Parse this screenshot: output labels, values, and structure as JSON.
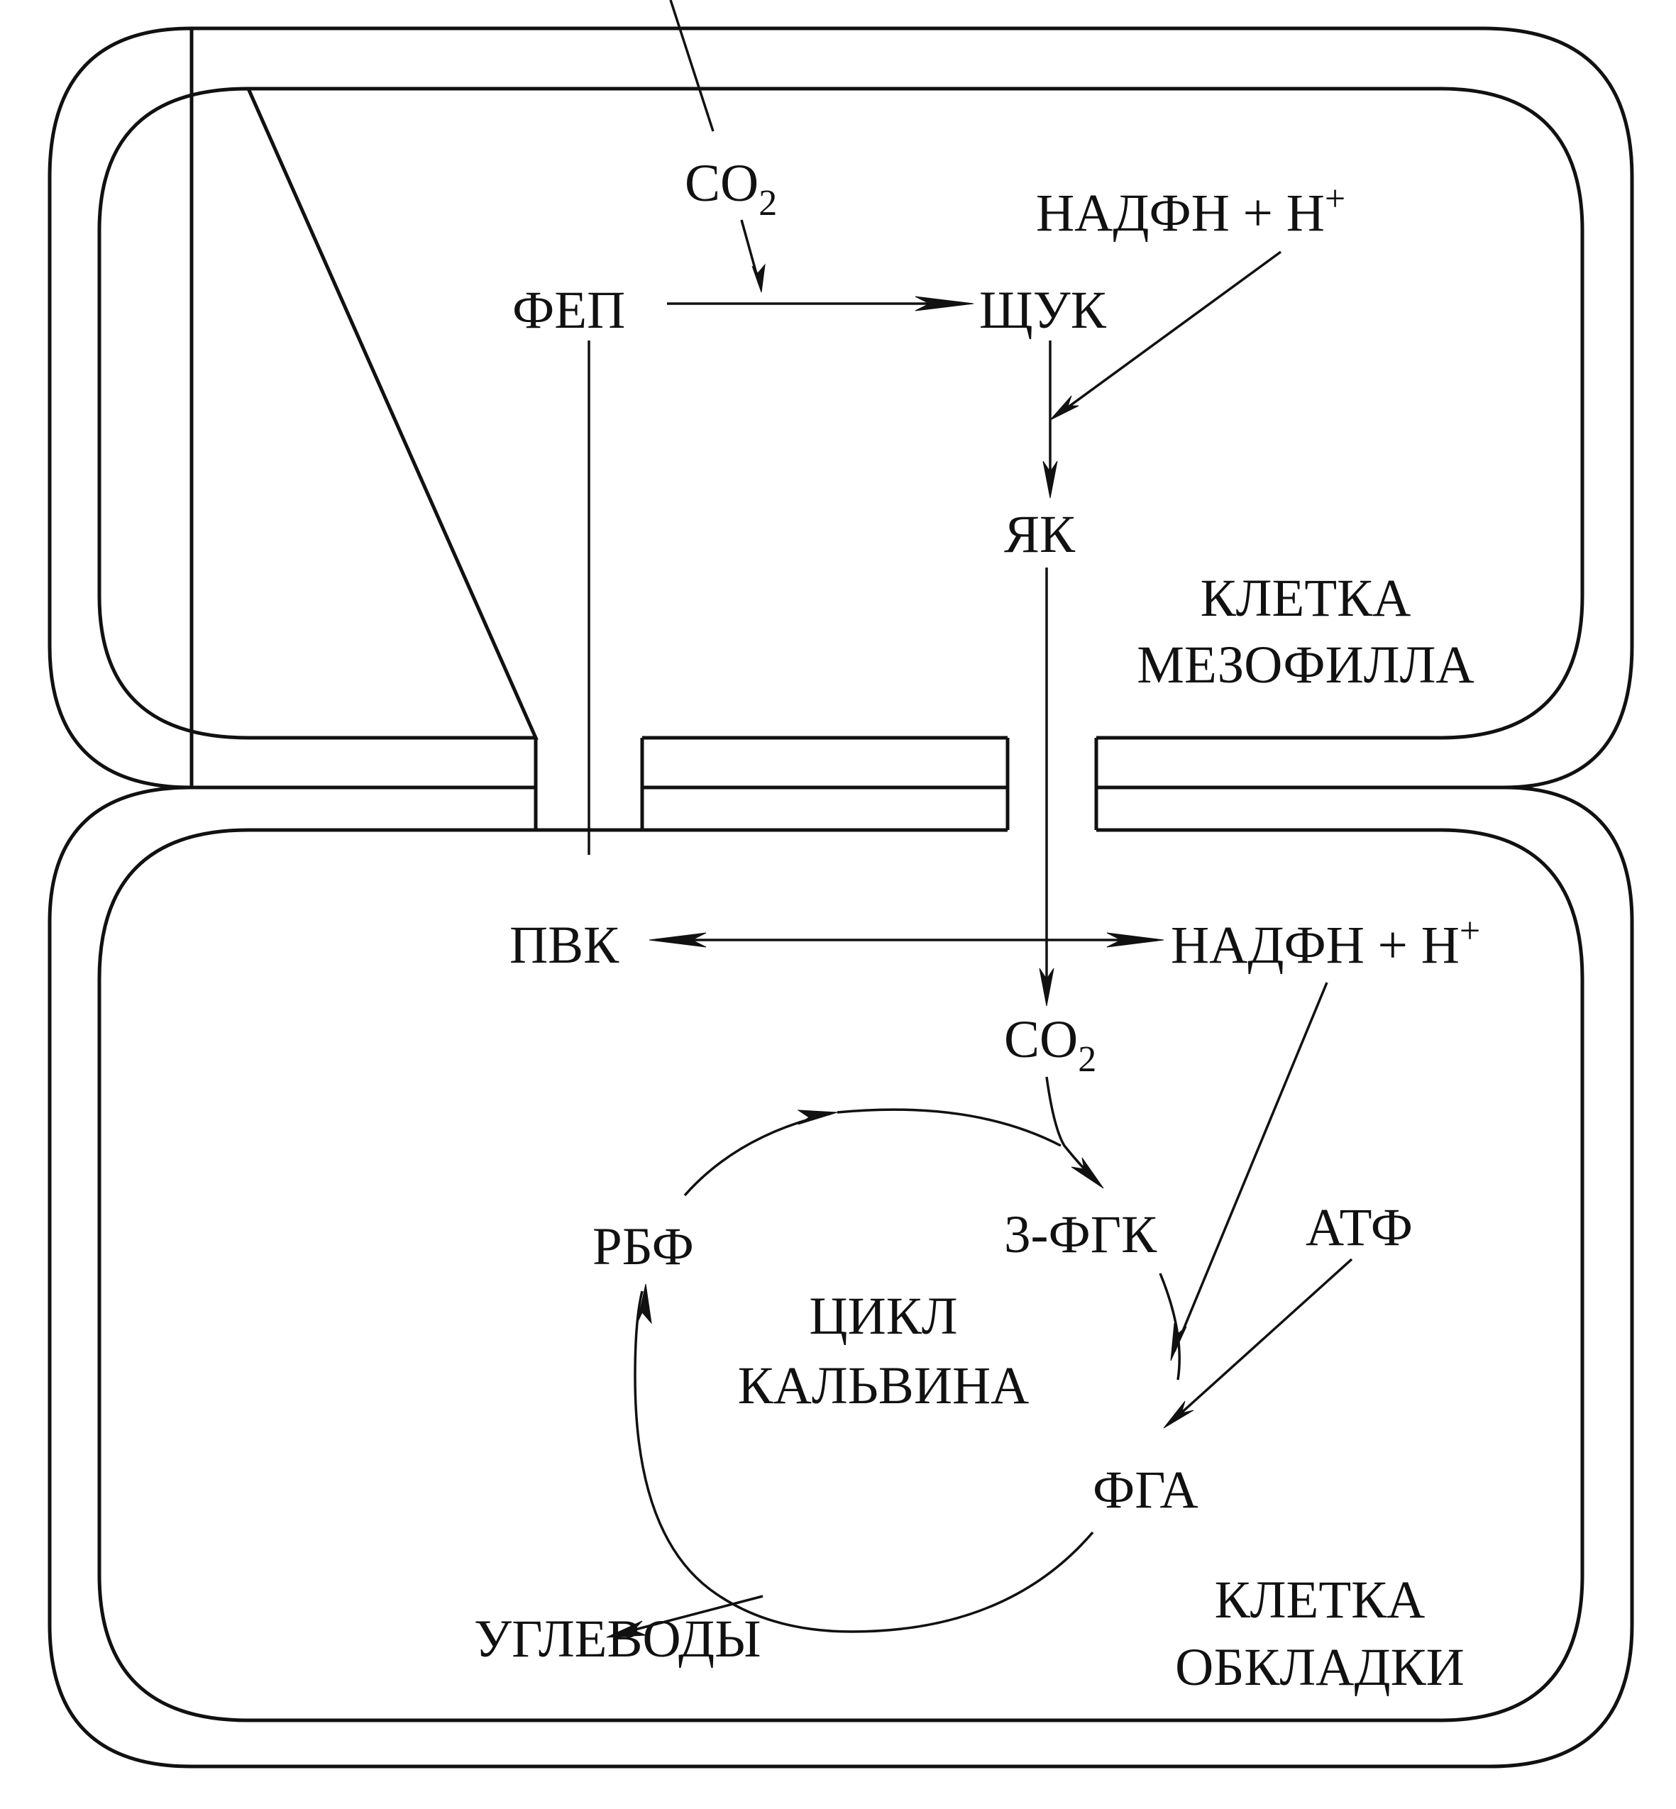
{
  "mesophyll": {
    "label_line1": "КЛЕТКА",
    "label_line2": "МЕЗОФИЛЛА",
    "co2": {
      "main": "CO",
      "sub": "2"
    },
    "pep": "ФЕП",
    "oaa": "ЩУК",
    "nadph": {
      "main": "НАДФН + Н",
      "sup": "+"
    },
    "malate": "ЯК"
  },
  "bundle_sheath": {
    "label_line1": "КЛЕТКА",
    "label_line2": "ОБКЛАДКИ",
    "pyruvate": "ПВК",
    "nadph": {
      "main": "НАДФН + Н",
      "sup": "+"
    },
    "co2": {
      "main": "CO",
      "sub": "2"
    },
    "pga": "3-ФГК",
    "rubp": "РБФ",
    "atp": "АТФ",
    "g3p": "ФГА",
    "carbohydrates": "УГЛЕВОДЫ",
    "cycle_line1": "ЦИКЛ",
    "cycle_line2": "КАЛЬВИНА"
  },
  "colors": {
    "ink": "#111111",
    "background": "#ffffff"
  }
}
